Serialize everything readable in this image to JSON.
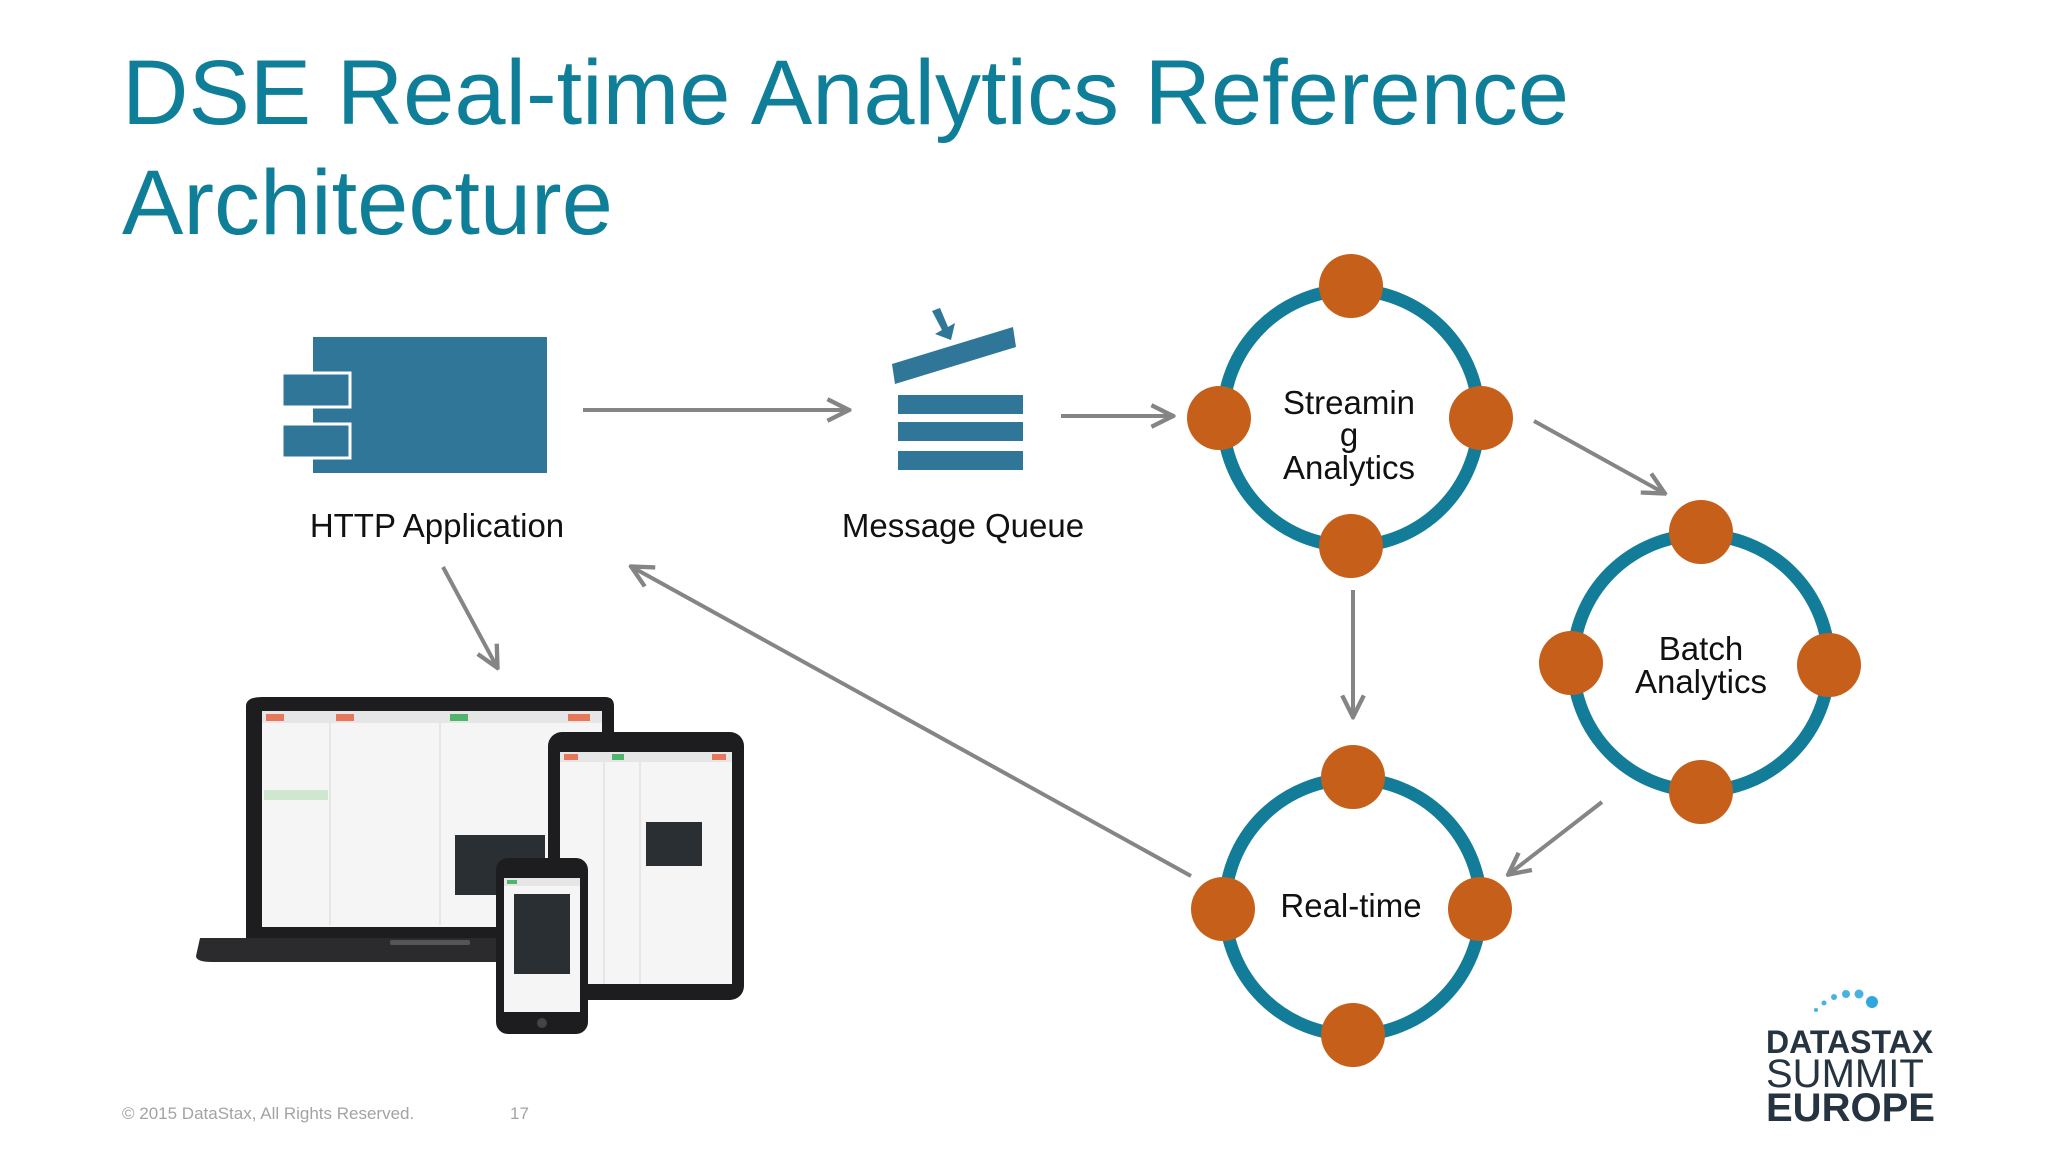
{
  "title": {
    "line1": "DSE Real-time Analytics Reference",
    "line2": "Architecture"
  },
  "nodes": {
    "http_app": "HTTP Application",
    "message_queue": "Message Queue",
    "streaming": {
      "line1": "Streamin",
      "line2": "g",
      "line3": "Analytics"
    },
    "batch": {
      "line1": "Batch",
      "line2": "Analytics"
    },
    "realtime": "Real-time"
  },
  "footer": {
    "copyright": "© 2015 DataStax, All Rights Reserved.",
    "page_number": "17"
  },
  "logo": {
    "line1": "DATASTAX",
    "line2": "SUMMIT",
    "line3": "EUROPE"
  },
  "colors": {
    "title": "#0f7f99",
    "component_blue": "#2f7699",
    "ring": "#137d99",
    "node_orange": "#c55f1a",
    "arrow_gray": "#858585"
  }
}
